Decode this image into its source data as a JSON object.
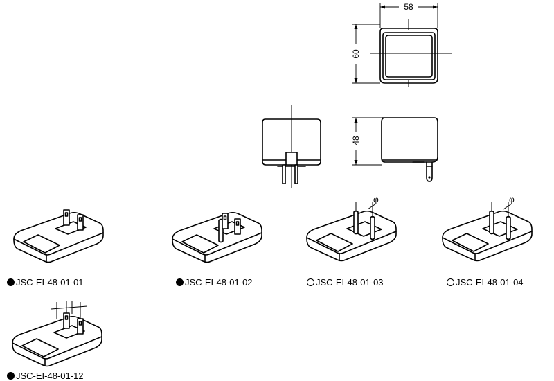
{
  "dimensions": {
    "width": "58",
    "height": "60",
    "depth": "48",
    "pin_symbol": "φ"
  },
  "models": [
    {
      "code": "JSC-EI-48-01-01",
      "marker": "filled"
    },
    {
      "code": "JSC-EI-48-01-02",
      "marker": "filled"
    },
    {
      "code": "JSC-EI-48-01-03",
      "marker": "open"
    },
    {
      "code": "JSC-EI-48-01-04",
      "marker": "open"
    },
    {
      "code": "JSC-EI-48-01-12",
      "marker": "filled"
    }
  ]
}
